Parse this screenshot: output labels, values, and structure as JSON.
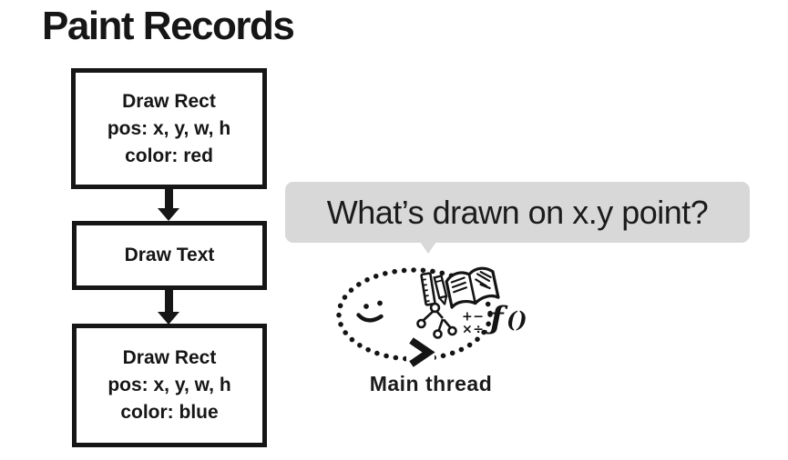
{
  "title": "Paint Records",
  "flowchart": {
    "boxes": [
      {
        "lines": [
          "Draw Rect",
          "pos: x, y, w, h",
          "color: red"
        ]
      },
      {
        "lines": [
          "Draw Text"
        ]
      },
      {
        "lines": [
          "Draw Rect",
          "pos: x, y, w, h",
          "color: blue"
        ]
      }
    ]
  },
  "speech_bubble": {
    "text": "What’s drawn on x.y point?"
  },
  "main_thread": {
    "label": "Main thread",
    "math_top": "+−",
    "math_bottom": "×÷",
    "function_f": "ƒ",
    "function_parens": "()"
  },
  "colors": {
    "ink": "#161616",
    "bubble_gray": "#d8d8d8",
    "page_bg": "#ffffff"
  }
}
